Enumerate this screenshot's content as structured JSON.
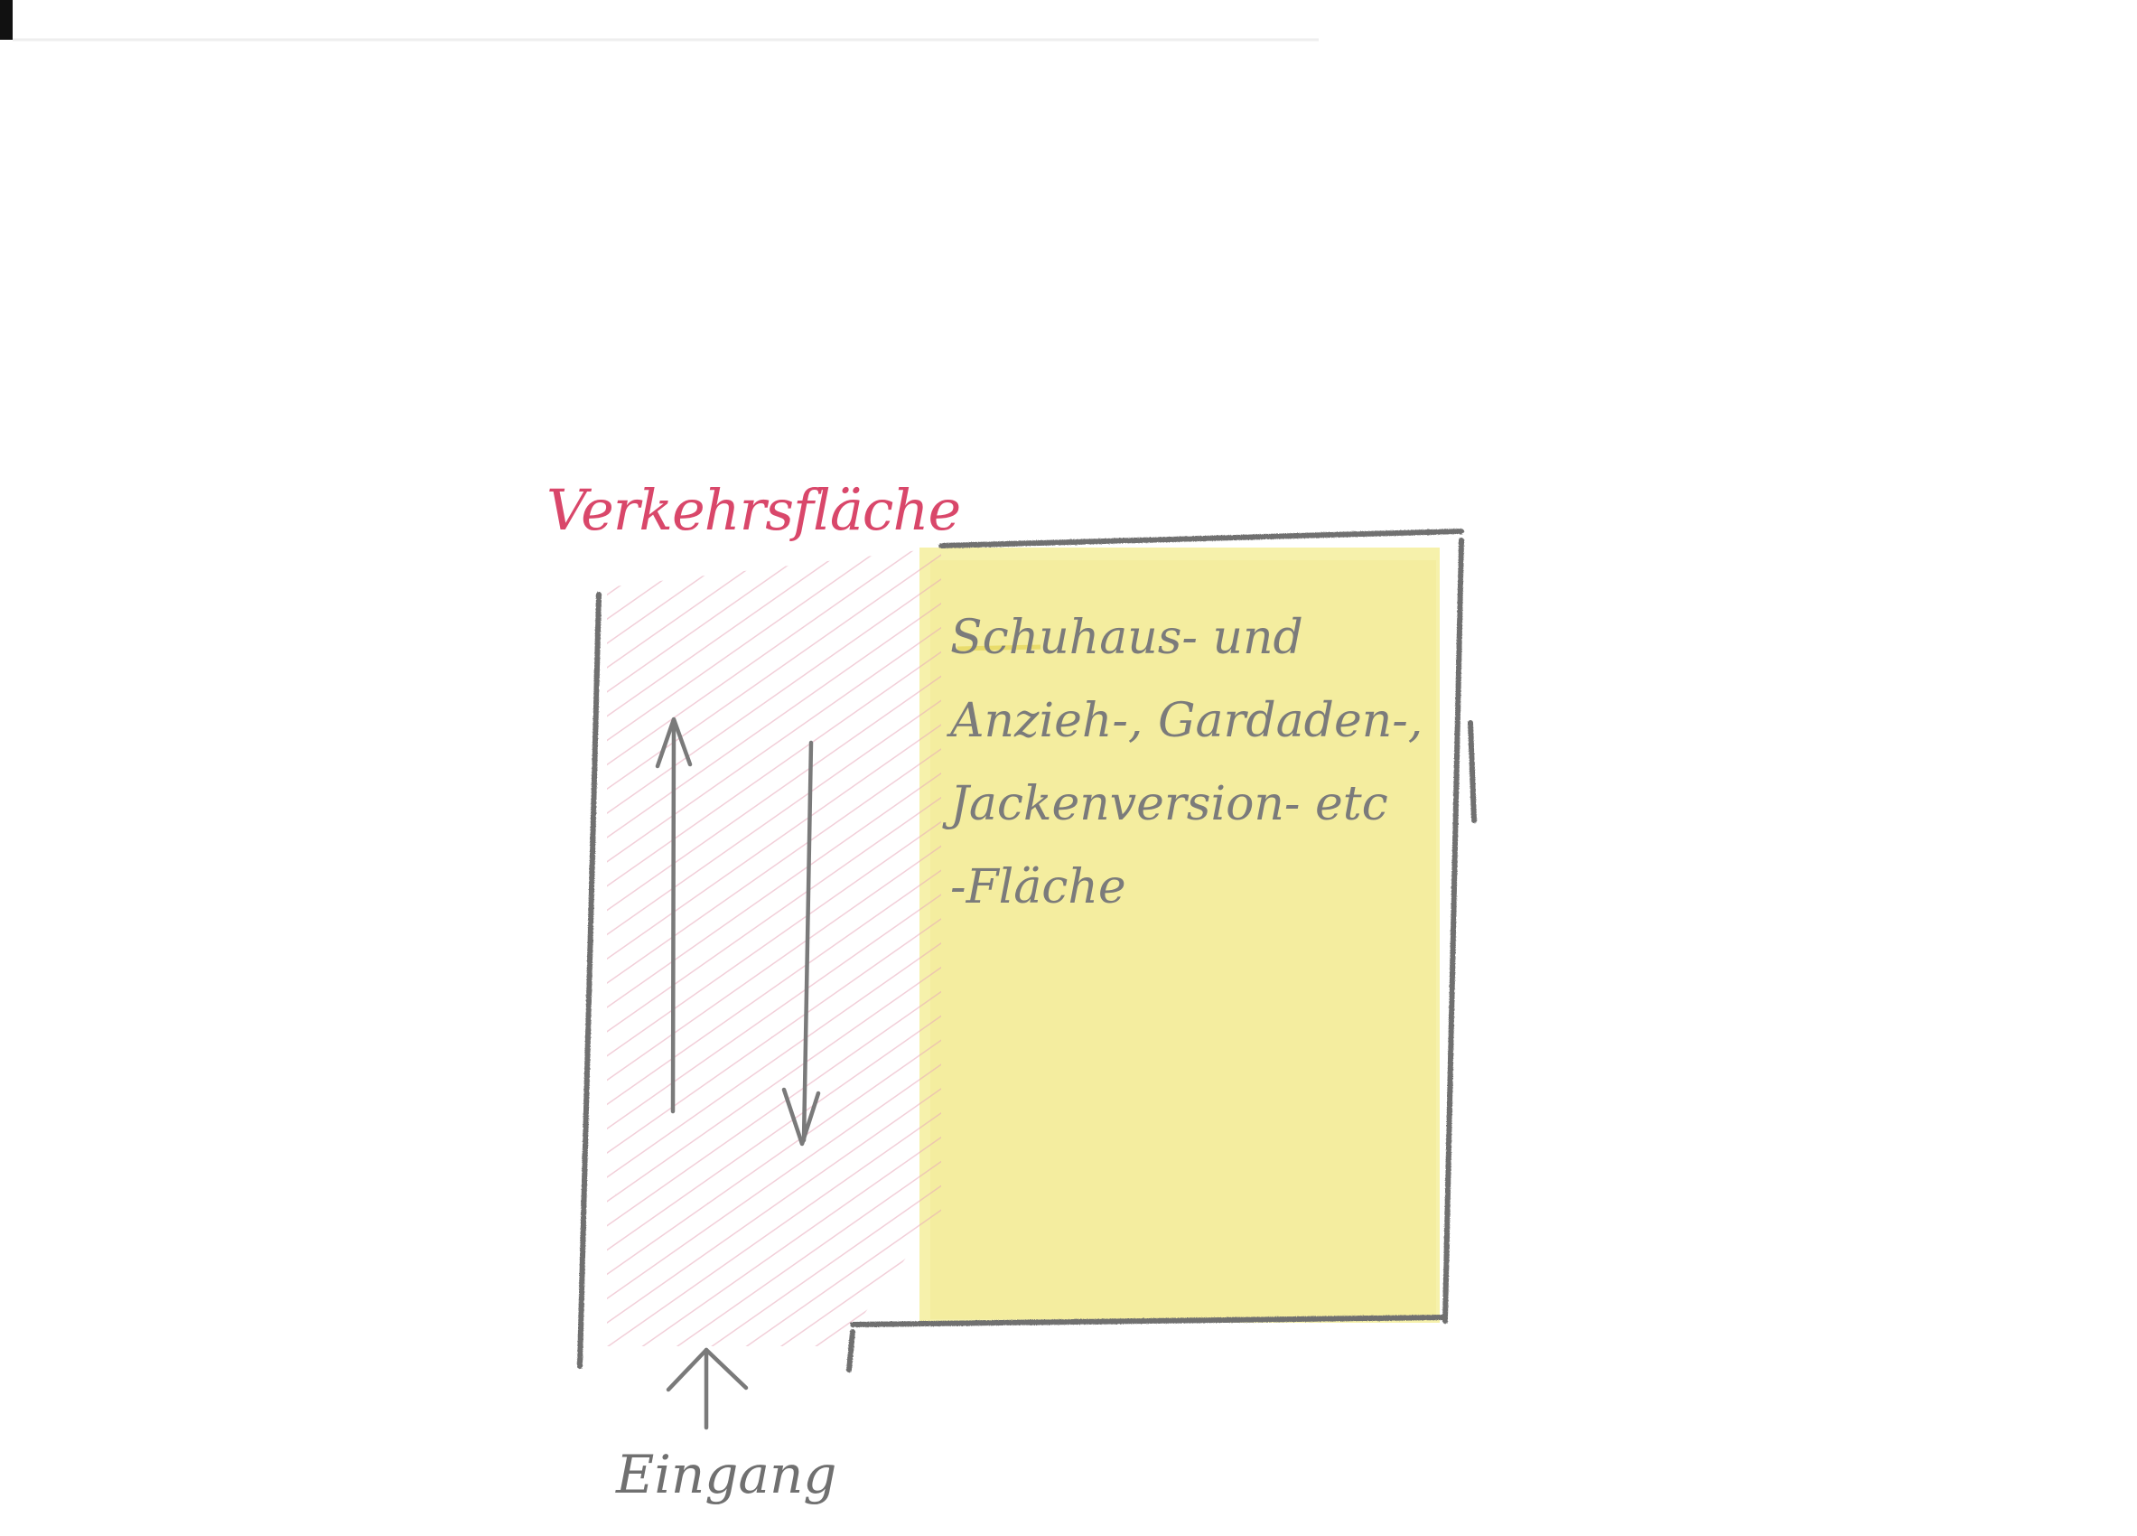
{
  "zones": {
    "traffic_area": {
      "label": "Verkehrsfläche",
      "color": "#d9476a",
      "hatch_color": "#e6a0b4"
    },
    "product_area": {
      "label": "Schuhaus- und\nAnzieh-, Gardaden-,\nJackenversion- etc\n-Fläche",
      "fill_color": "#f4ec9a"
    }
  },
  "entrance": {
    "label": "Eingang"
  },
  "colors": {
    "pencil_gray": "#7a7a7a",
    "paper": "#ffffff"
  }
}
